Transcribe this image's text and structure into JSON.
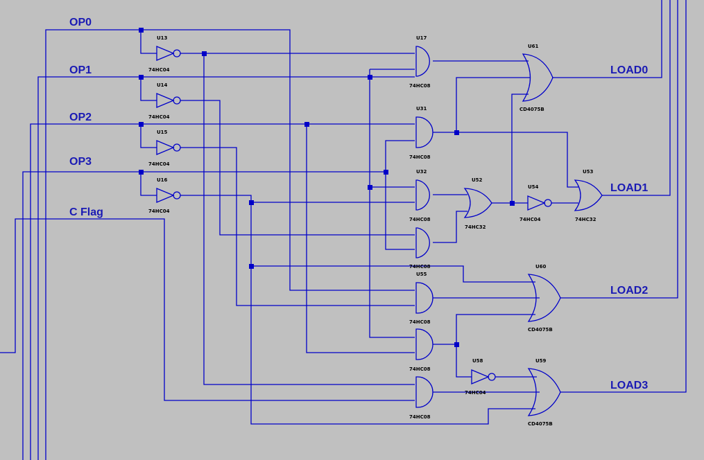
{
  "colors": {
    "background": "#c0c0c0",
    "wire": "#0000c8",
    "net_label": "#1a1ab4",
    "ref_label": "#000000"
  },
  "inputs": [
    "OP0",
    "OP1",
    "OP2",
    "OP3",
    "C Flag"
  ],
  "outputs": [
    "LOAD0",
    "LOAD1",
    "LOAD2",
    "LOAD3"
  ],
  "components": {
    "U13": {
      "ref": "U13",
      "part": "74HC04"
    },
    "U14": {
      "ref": "U14",
      "part": "74HC04"
    },
    "U15": {
      "ref": "U15",
      "part": "74HC04"
    },
    "U16": {
      "ref": "U16",
      "part": "74HC04"
    },
    "U17": {
      "ref": "U17",
      "part": "74HC08"
    },
    "U31": {
      "ref": "U31",
      "part": "74HC08"
    },
    "U32": {
      "ref": "U32",
      "part": "74HC08"
    },
    "U52": {
      "ref": "U52",
      "part": "74HC32"
    },
    "U53": {
      "ref": "U53",
      "part": "74HC32"
    },
    "U54": {
      "ref": "U54",
      "part": "74HC04"
    },
    "U55": {
      "ref": "U55",
      "part": "74HC08"
    },
    "U58": {
      "ref": "U58",
      "part": "74HC04"
    },
    "U59": {
      "ref": "U59",
      "part": "CD4075B"
    },
    "U60": {
      "ref": "U60",
      "part": "CD4075B"
    },
    "U61": {
      "ref": "U61",
      "part": "CD4075B"
    }
  }
}
